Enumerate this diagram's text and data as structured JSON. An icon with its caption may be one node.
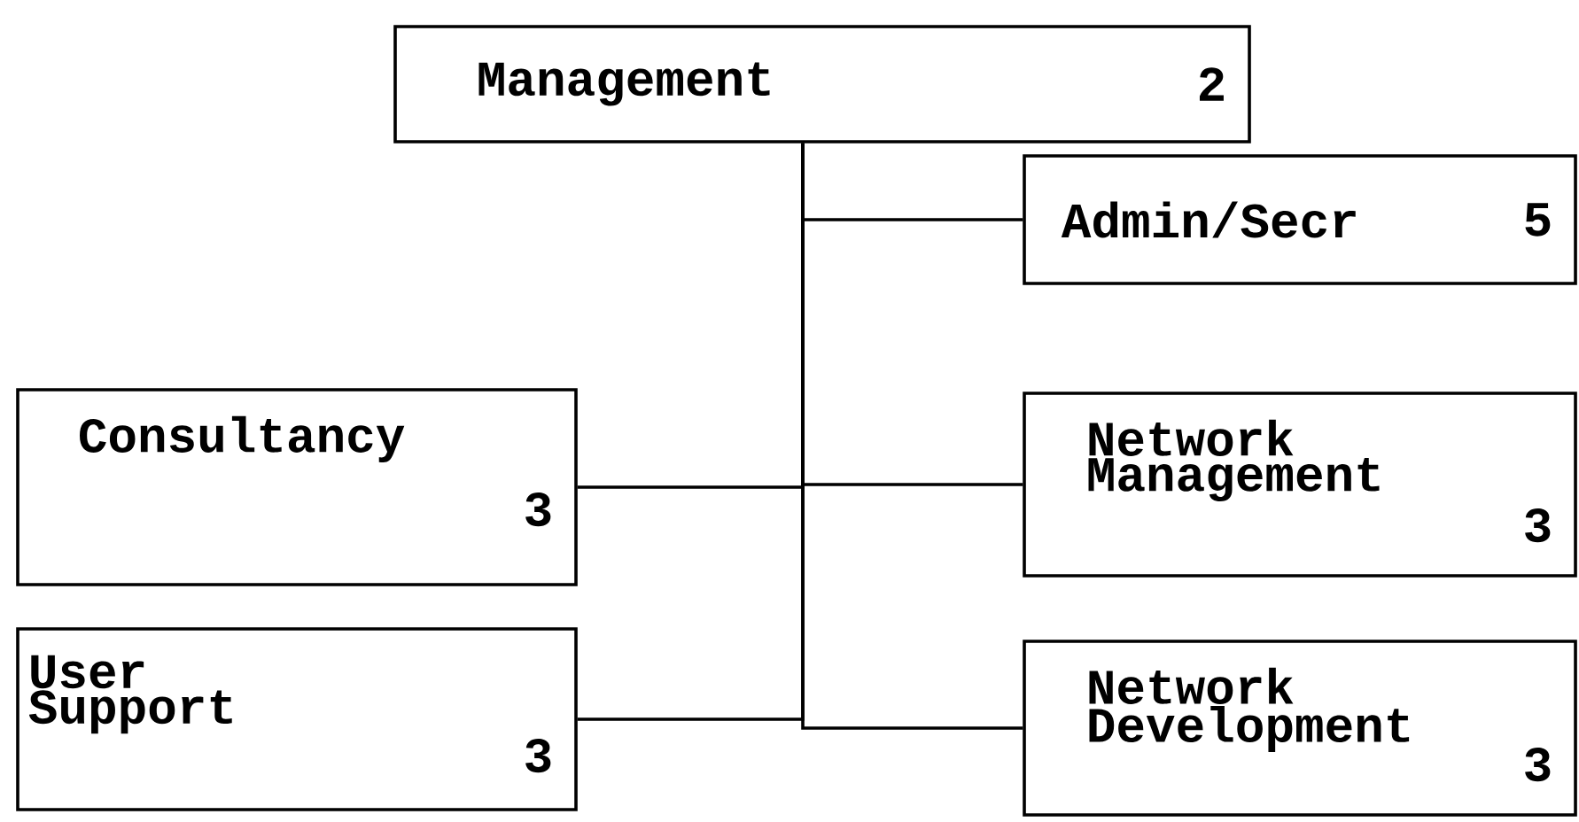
{
  "diagram": {
    "nodes": [
      {
        "text": [
          "Management",
          "2"
        ]
      },
      {
        "text": [
          "Admin/Secr",
          "5"
        ]
      },
      {
        "text": [
          "Consultancy",
          "3"
        ]
      },
      {
        "text": [
          "Network Management",
          "3"
        ]
      },
      {
        "text": [
          "User Support",
          "3"
        ]
      },
      {
        "text": [
          "Network Development",
          "3"
        ]
      }
    ],
    "edges": [
      {
        "from": 0,
        "to": 1,
        "arrow": "none"
      },
      {
        "from": 0,
        "to": 2,
        "arrow": "none"
      },
      {
        "from": 0,
        "to": 3,
        "arrow": "none"
      },
      {
        "from": 0,
        "to": 4,
        "arrow": "none"
      },
      {
        "from": 0,
        "to": 5,
        "arrow": "none"
      }
    ]
  }
}
